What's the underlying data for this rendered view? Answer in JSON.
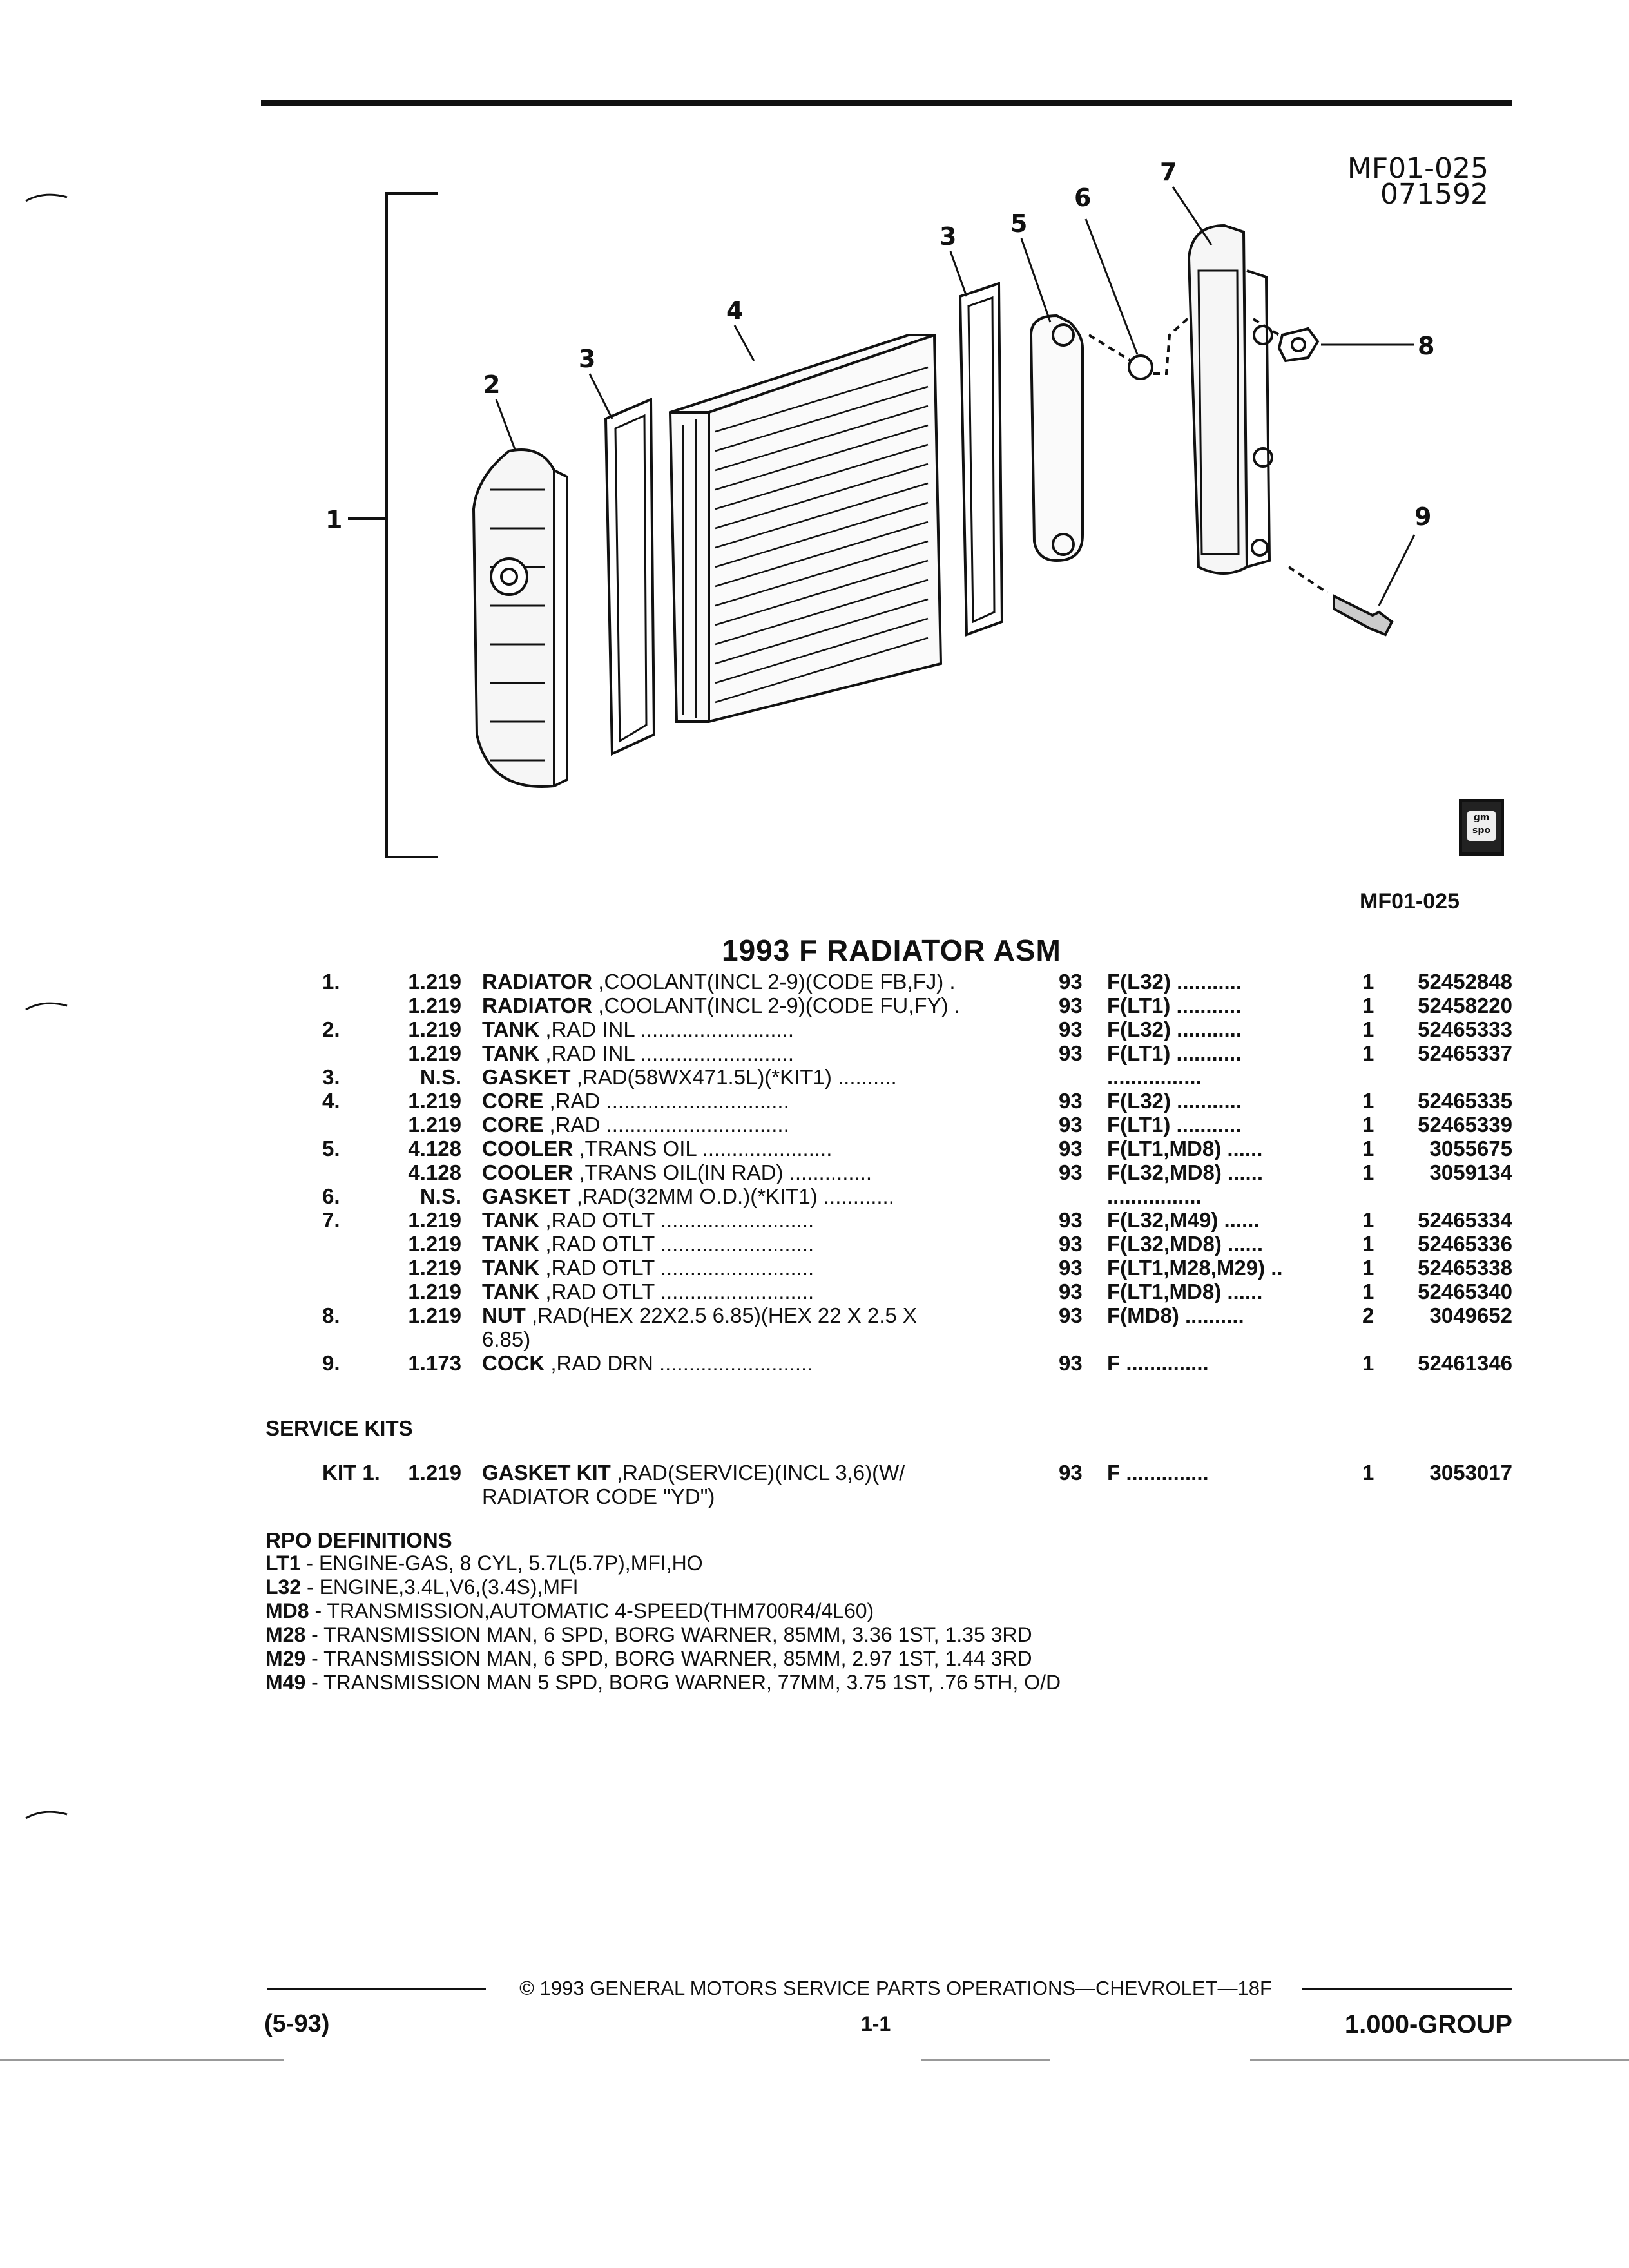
{
  "figure": {
    "id": "MF01-025",
    "date_code": "071592",
    "lower_id": "MF01-025",
    "callouts": [
      "1",
      "2",
      "3",
      "3",
      "4",
      "5",
      "6",
      "7",
      "8",
      "9"
    ],
    "logo_text": "gm spo"
  },
  "section_title": "1993 F RADIATOR ASM",
  "parts": [
    {
      "ref": "1.",
      "code": "1.219",
      "name": "RADIATOR",
      "desc": ",COOLANT(INCL 2-9)(CODE FB,FJ)  .",
      "year": "93",
      "app": "F(L32) ...........",
      "qty": "1",
      "part": "52452848"
    },
    {
      "ref": "",
      "code": "1.219",
      "name": "RADIATOR",
      "desc": ",COOLANT(INCL 2-9)(CODE FU,FY)  .",
      "year": "93",
      "app": "F(LT1) ...........",
      "qty": "1",
      "part": "52458220"
    },
    {
      "ref": "2.",
      "code": "1.219",
      "name": "TANK",
      "desc": ",RAD INL ..........................",
      "year": "93",
      "app": "F(L32) ...........",
      "qty": "1",
      "part": "52465333"
    },
    {
      "ref": "",
      "code": "1.219",
      "name": "TANK",
      "desc": ",RAD INL ..........................",
      "year": "93",
      "app": "F(LT1) ...........",
      "qty": "1",
      "part": "52465337"
    },
    {
      "ref": "3.",
      "code": "N.S.",
      "name": "GASKET",
      "desc": ",RAD(58WX471.5L)(*KIT1) ..........",
      "year": "",
      "app": "................",
      "qty": "",
      "part": ""
    },
    {
      "ref": "4.",
      "code": "1.219",
      "name": "CORE",
      "desc": ",RAD ...............................",
      "year": "93",
      "app": "F(L32) ...........",
      "qty": "1",
      "part": "52465335"
    },
    {
      "ref": "",
      "code": "1.219",
      "name": "CORE",
      "desc": ",RAD ...............................",
      "year": "93",
      "app": "F(LT1) ...........",
      "qty": "1",
      "part": "52465339"
    },
    {
      "ref": "5.",
      "code": "4.128",
      "name": "COOLER",
      "desc": ",TRANS OIL  ......................",
      "year": "93",
      "app": "F(LT1,MD8) ......",
      "qty": "1",
      "part": "3055675"
    },
    {
      "ref": "",
      "code": "4.128",
      "name": "COOLER",
      "desc": ",TRANS OIL(IN RAD)  ..............",
      "year": "93",
      "app": "F(L32,MD8) ......",
      "qty": "1",
      "part": "3059134"
    },
    {
      "ref": "6.",
      "code": "N.S.",
      "name": "GASKET",
      "desc": ",RAD(32MM O.D.)(*KIT1) ............",
      "year": "",
      "app": "................",
      "qty": "",
      "part": ""
    },
    {
      "ref": "7.",
      "code": "1.219",
      "name": "TANK",
      "desc": ",RAD OTLT ..........................",
      "year": "93",
      "app": "F(L32,M49) ......",
      "qty": "1",
      "part": "52465334"
    },
    {
      "ref": "",
      "code": "1.219",
      "name": "TANK",
      "desc": ",RAD OTLT ..........................",
      "year": "93",
      "app": "F(L32,MD8) ......",
      "qty": "1",
      "part": "52465336"
    },
    {
      "ref": "",
      "code": "1.219",
      "name": "TANK",
      "desc": ",RAD OTLT ..........................",
      "year": "93",
      "app": "F(LT1,M28,M29) ..",
      "qty": "1",
      "part": "52465338"
    },
    {
      "ref": "",
      "code": "1.219",
      "name": "TANK",
      "desc": ",RAD OTLT ..........................",
      "year": "93",
      "app": "F(LT1,MD8) ......",
      "qty": "1",
      "part": "52465340"
    },
    {
      "ref": "8.",
      "code": "1.219",
      "name": "NUT",
      "desc": ",RAD(HEX 22X2.5 6.85)(HEX 22 X 2.5 X",
      "year": "93",
      "app": "F(MD8) ..........",
      "qty": "2",
      "part": "3049652"
    },
    {
      "ref": "",
      "code": "",
      "name": "",
      "desc": "6.85)",
      "year": "",
      "app": "",
      "qty": "",
      "part": ""
    },
    {
      "ref": "9.",
      "code": "1.173",
      "name": "COCK",
      "desc": ",RAD DRN  ..........................",
      "year": "93",
      "app": "F ..............",
      "qty": "1",
      "part": "52461346"
    }
  ],
  "service_kits": {
    "heading": "SERVICE KITS",
    "items": [
      {
        "ref": "KIT 1.",
        "code": "1.219",
        "name": "GASKET KIT",
        "desc": ",RAD(SERVICE)(INCL 3,6)(W/",
        "year": "93",
        "app": "F ..............",
        "qty": "1",
        "part": "3053017"
      },
      {
        "ref": "",
        "code": "",
        "name": "",
        "desc": "RADIATOR CODE \"YD\")",
        "year": "",
        "app": "",
        "qty": "",
        "part": ""
      }
    ]
  },
  "rpo": {
    "heading": "RPO DEFINITIONS",
    "items": [
      {
        "code": "LT1",
        "text": " - ENGINE-GAS, 8 CYL, 5.7L(5.7P),MFI,HO"
      },
      {
        "code": "L32",
        "text": " - ENGINE,3.4L,V6,(3.4S),MFI"
      },
      {
        "code": "MD8",
        "text": " - TRANSMISSION,AUTOMATIC 4-SPEED(THM700R4/4L60)"
      },
      {
        "code": "M28",
        "text": " - TRANSMISSION MAN, 6 SPD, BORG WARNER, 85MM, 3.36 1ST, 1.35 3RD"
      },
      {
        "code": "M29",
        "text": " - TRANSMISSION MAN, 6 SPD, BORG WARNER, 85MM, 2.97 1ST, 1.44 3RD"
      },
      {
        "code": "M49",
        "text": " - TRANSMISSION MAN 5 SPD, BORG WARNER, 77MM, 3.75 1ST, .76 5TH, O/D"
      }
    ]
  },
  "footer": {
    "copyright": "© 1993 GENERAL MOTORS SERVICE PARTS OPERATIONS—CHEVROLET—18F",
    "date": "(5-93)",
    "page": "1-1",
    "group": "1.000-GROUP"
  }
}
